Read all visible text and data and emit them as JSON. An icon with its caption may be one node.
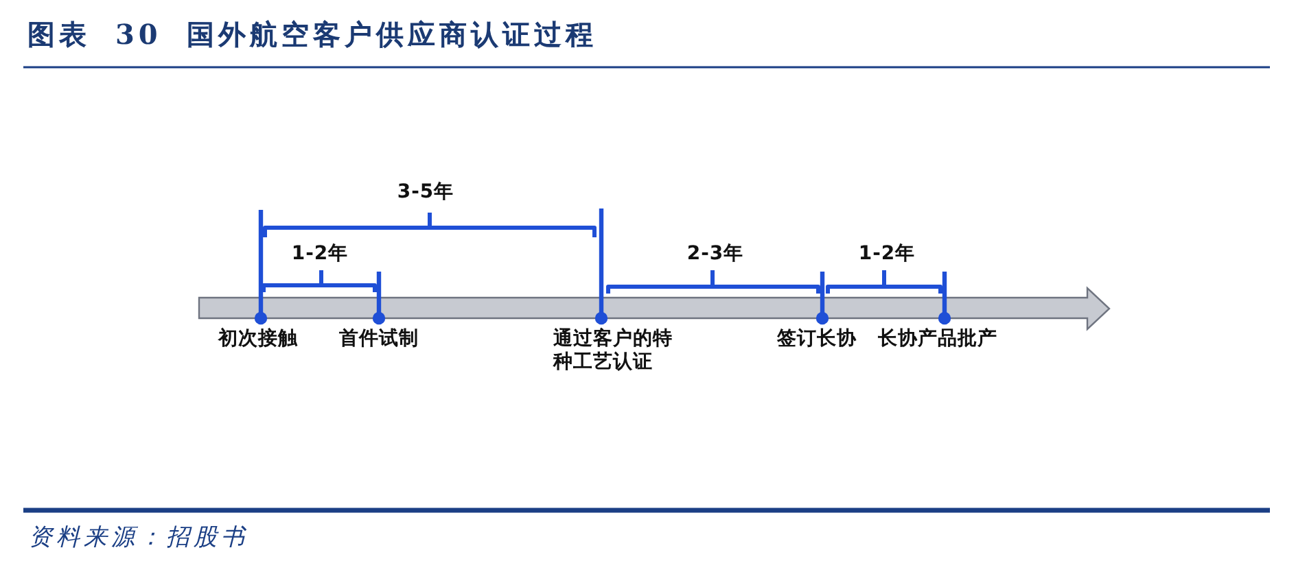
{
  "diagram": {
    "title": "图表 30 国外航空客户供应商认证过程",
    "labels": [
      "3-5年",
      "1-2年",
      "2-3年",
      "1-2年",
      "初次接触",
      "首件试制",
      "通过客户的特种工艺认证",
      "签订长协",
      "长协产品批产"
    ],
    "caption": "资料来源：招股书"
  }
}
